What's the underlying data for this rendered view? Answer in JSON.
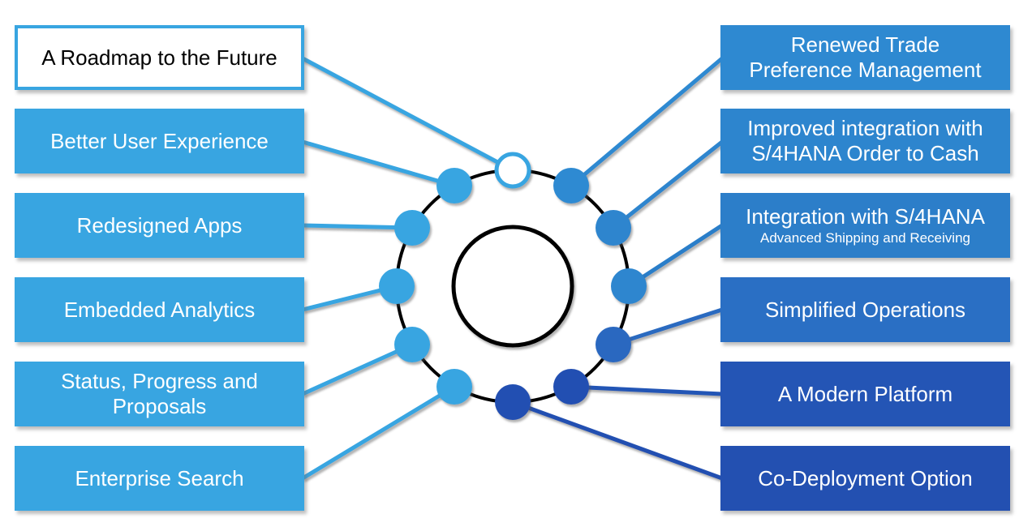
{
  "diagram": {
    "left_items": [
      {
        "label": "A Roadmap to the Future",
        "bg": "#FFFFFF",
        "fg": "#000000",
        "border": "#38A5E1",
        "line_color": "#38A5E1",
        "dot_fill": "#FFFFFF",
        "dot_stroke": "#38A5E1"
      },
      {
        "label": "Better User Experience",
        "bg": "#38A5E1",
        "fg": "#FFFFFF",
        "line_color": "#38A5E1",
        "dot_fill": "#38A5E1"
      },
      {
        "label": "Redesigned Apps",
        "bg": "#38A5E1",
        "fg": "#FFFFFF",
        "line_color": "#38A5E1",
        "dot_fill": "#38A5E1"
      },
      {
        "label": "Embedded Analytics",
        "bg": "#38A5E1",
        "fg": "#FFFFFF",
        "line_color": "#38A5E1",
        "dot_fill": "#38A5E1"
      },
      {
        "label": "Status, Progress and\nProposals",
        "bg": "#38A5E1",
        "fg": "#FFFFFF",
        "line_color": "#38A5E1",
        "dot_fill": "#38A5E1"
      },
      {
        "label": "Enterprise Search",
        "bg": "#38A5E1",
        "fg": "#FFFFFF",
        "line_color": "#38A5E1",
        "dot_fill": "#38A5E1"
      }
    ],
    "right_items": [
      {
        "label": "Renewed Trade\nPreference Management",
        "bg": "#2E89D1",
        "fg": "#FFFFFF",
        "line_color": "#2E89D1",
        "dot_fill": "#2E8AD2"
      },
      {
        "label": "Improved integration with\nS/4HANA Order to Cash",
        "bg": "#2D85CE",
        "fg": "#FFFFFF",
        "line_color": "#2D85CE",
        "dot_fill": "#2D85CE"
      },
      {
        "label": "Integration with S/4HANA",
        "sublabel": "Advanced Shipping and Receiving",
        "bg": "#2C7EC9",
        "fg": "#FFFFFF",
        "line_color": "#2C7EC9",
        "dot_fill": "#2E86CF"
      },
      {
        "label": "Simplified Operations",
        "bg": "#2A6FC4",
        "fg": "#FFFFFF",
        "line_color": "#2A6BC0",
        "dot_fill": "#2A68C0"
      },
      {
        "label": "A Modern Platform",
        "bg": "#2455B5",
        "fg": "#FFFFFF",
        "line_color": "#2455B5",
        "dot_fill": "#2450B2"
      },
      {
        "label": "Co-Deployment Option",
        "bg": "#2350B1",
        "fg": "#FFFFFF",
        "line_color": "#2350B1",
        "dot_fill": "#2450B2"
      }
    ],
    "hub": {
      "ring_color": "#000000",
      "inner_circle_color": "#000000",
      "inner_circle_fill": "#FFFFFF"
    }
  }
}
